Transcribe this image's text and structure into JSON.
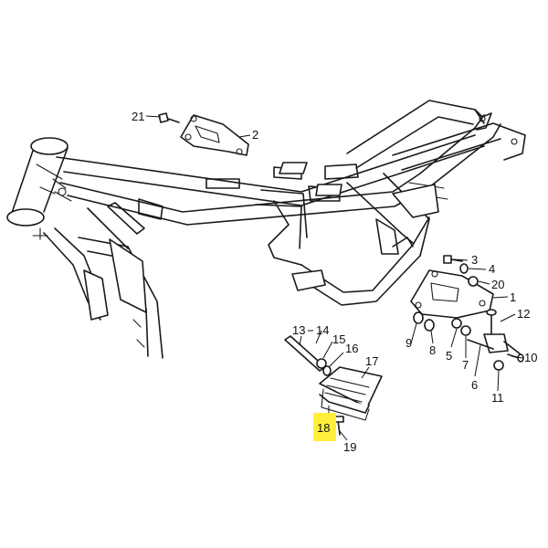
{
  "highlight_color": "#ffef3a",
  "callouts": {
    "c1": "1",
    "c2": "2",
    "c3": "3",
    "c4": "4",
    "c5": "5",
    "c6": "6",
    "c7": "7",
    "c8": "8",
    "c9": "9",
    "c10": "10",
    "c11": "11",
    "c12": "12",
    "c13": "13",
    "c14": "14",
    "c15": "15",
    "c16": "16",
    "c17": "17",
    "c18": "18",
    "c19": "19",
    "c20": "20",
    "c21": "21"
  }
}
